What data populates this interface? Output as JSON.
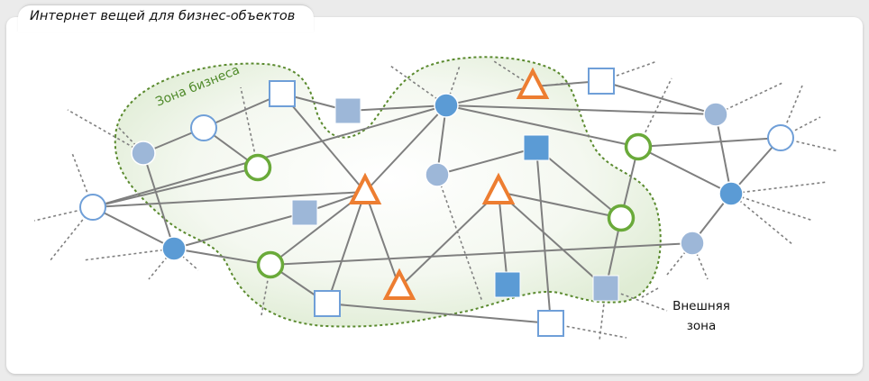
{
  "title": "Интернет вещей для бизнес-объектов",
  "zones": {
    "business_label": "Зона бизнеса",
    "outer_label_line1": "Внешняя",
    "outer_label_line2": "зона"
  },
  "colors": {
    "edge": "#7f7f7f",
    "zone_border": "#5a8a2e",
    "zone_fill": "#e3efd9",
    "zone_label": "#4f8a2a",
    "blue_dark": "#5b9bd5",
    "blue_light": "#9db7d8",
    "blue_outline": "#6f9fd8",
    "green_outline": "#6aaa3a",
    "orange_outline": "#ed7d31"
  },
  "node_types": {
    "circle-filled-dark": "sensor (filled dark blue circle)",
    "circle-filled-light": "sensor (filled light blue circle)",
    "circle-outline-blue": "device (blue outlined circle)",
    "circle-outline-green": "business device (green outlined circle)",
    "square-outline-blue": "gateway (blue outlined square)",
    "square-filled-light": "gateway (filled light blue square)",
    "square-filled-dark": "gateway (filled dark blue square)",
    "triangle-orange": "controller (orange triangle)"
  },
  "nodes": [
    {
      "id": "n1",
      "type": "circle-filled-light"
    },
    {
      "id": "n2",
      "type": "circle-outline-blue"
    },
    {
      "id": "n3",
      "type": "square-outline-blue"
    },
    {
      "id": "n4",
      "type": "square-filled-light"
    },
    {
      "id": "n5",
      "type": "circle-filled-dark"
    },
    {
      "id": "n6",
      "type": "triangle-orange"
    },
    {
      "id": "n7",
      "type": "square-outline-blue"
    },
    {
      "id": "n8",
      "type": "circle-filled-light"
    },
    {
      "id": "n9",
      "type": "circle-outline-blue"
    },
    {
      "id": "n10",
      "type": "circle-outline-green"
    },
    {
      "id": "n11",
      "type": "circle-outline-blue"
    },
    {
      "id": "n12",
      "type": "square-filled-light"
    },
    {
      "id": "n13",
      "type": "triangle-orange"
    },
    {
      "id": "n14",
      "type": "circle-filled-light"
    },
    {
      "id": "n15",
      "type": "square-filled-dark"
    },
    {
      "id": "n16",
      "type": "triangle-orange"
    },
    {
      "id": "n17",
      "type": "circle-outline-green"
    },
    {
      "id": "n18",
      "type": "circle-filled-dark"
    },
    {
      "id": "n19",
      "type": "circle-outline-green"
    },
    {
      "id": "n20",
      "type": "circle-filled-dark"
    },
    {
      "id": "n21",
      "type": "circle-outline-green"
    },
    {
      "id": "n22",
      "type": "circle-filled-light"
    },
    {
      "id": "n23",
      "type": "triangle-orange"
    },
    {
      "id": "n24",
      "type": "square-outline-blue"
    },
    {
      "id": "n25",
      "type": "square-filled-dark"
    },
    {
      "id": "n26",
      "type": "square-filled-light"
    },
    {
      "id": "n27",
      "type": "square-outline-blue"
    }
  ],
  "edges": [
    [
      "n1",
      "n2"
    ],
    [
      "n2",
      "n3"
    ],
    [
      "n2",
      "n10"
    ],
    [
      "n1",
      "n20"
    ],
    [
      "n3",
      "n4"
    ],
    [
      "n3",
      "n13"
    ],
    [
      "n4",
      "n5"
    ],
    [
      "n5",
      "n6"
    ],
    [
      "n5",
      "n14"
    ],
    [
      "n5",
      "n13"
    ],
    [
      "n5",
      "n8"
    ],
    [
      "n5",
      "n17"
    ],
    [
      "n5",
      "n11"
    ],
    [
      "n6",
      "n7"
    ],
    [
      "n7",
      "n8"
    ],
    [
      "n8",
      "n18"
    ],
    [
      "n9",
      "n17"
    ],
    [
      "n9",
      "n18"
    ],
    [
      "n18",
      "n17"
    ],
    [
      "n18",
      "n22"
    ],
    [
      "n10",
      "n11"
    ],
    [
      "n11",
      "n13"
    ],
    [
      "n11",
      "n20"
    ],
    [
      "n12",
      "n20"
    ],
    [
      "n12",
      "n13"
    ],
    [
      "n13",
      "n21"
    ],
    [
      "n13",
      "n24"
    ],
    [
      "n13",
      "n23"
    ],
    [
      "n14",
      "n15"
    ],
    [
      "n15",
      "n19"
    ],
    [
      "n15",
      "n27"
    ],
    [
      "n16",
      "n23"
    ],
    [
      "n16",
      "n25"
    ],
    [
      "n16",
      "n19"
    ],
    [
      "n16",
      "n26"
    ],
    [
      "n17",
      "n19"
    ],
    [
      "n19",
      "n26"
    ],
    [
      "n20",
      "n21"
    ],
    [
      "n21",
      "n24"
    ],
    [
      "n21",
      "n22"
    ],
    [
      "n24",
      "n27"
    ]
  ],
  "external_link_count": 30
}
